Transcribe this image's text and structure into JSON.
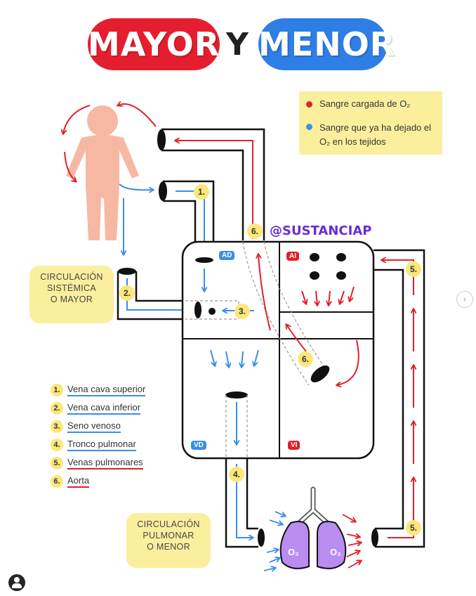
{
  "title": {
    "left": "MAYOR",
    "middle": "Y",
    "right": "MENOR"
  },
  "legend": [
    {
      "text": "Sangre cargada de O₂",
      "color": "#e0202a"
    },
    {
      "text": "Sangre que ya ha dejado el O₂ en los tejidos",
      "color": "#3a8ee8"
    }
  ],
  "handle": "@SUSTANCIAP",
  "systemic_label": [
    "CIRCULACIÓN",
    "SISTÉMICA",
    "O MAYOR"
  ],
  "pulmonary_label": [
    "CIRCULACIÓN",
    "PULMONAR",
    "O MENOR"
  ],
  "key": [
    {
      "num": "1.",
      "text": "Vena cava superior",
      "underline": "#3a8ee8"
    },
    {
      "num": "2.",
      "text": "Vena cava inferior",
      "underline": "#3a8ee8"
    },
    {
      "num": "3.",
      "text": "Seno venoso",
      "underline": "#3a8ee8"
    },
    {
      "num": "4.",
      "text": "Tronco pulmonar",
      "underline": "#3a8ee8"
    },
    {
      "num": "5.",
      "text": "Venas pulmonares",
      "underline": "#e0202a"
    },
    {
      "num": "6.",
      "text": "Aorta",
      "underline": "#e0202a"
    }
  ],
  "chambers": {
    "ad": "AD",
    "ai": "AI",
    "vd": "VD",
    "vi": "VI"
  },
  "diagram_numbers": {
    "n1": "1.",
    "n2": "2.",
    "n3": "3.",
    "n4": "4.",
    "n5a": "5.",
    "n5b": "5.",
    "n6a": "6.",
    "n6b": "6."
  },
  "lung_labels": {
    "left": "O₂",
    "right": "O₂"
  },
  "colors": {
    "red": "#e0202a",
    "blue": "#3a8ee8",
    "yellow": "#fbef9e",
    "purple": "#b98cf0",
    "skin": "#f7b8a3"
  }
}
